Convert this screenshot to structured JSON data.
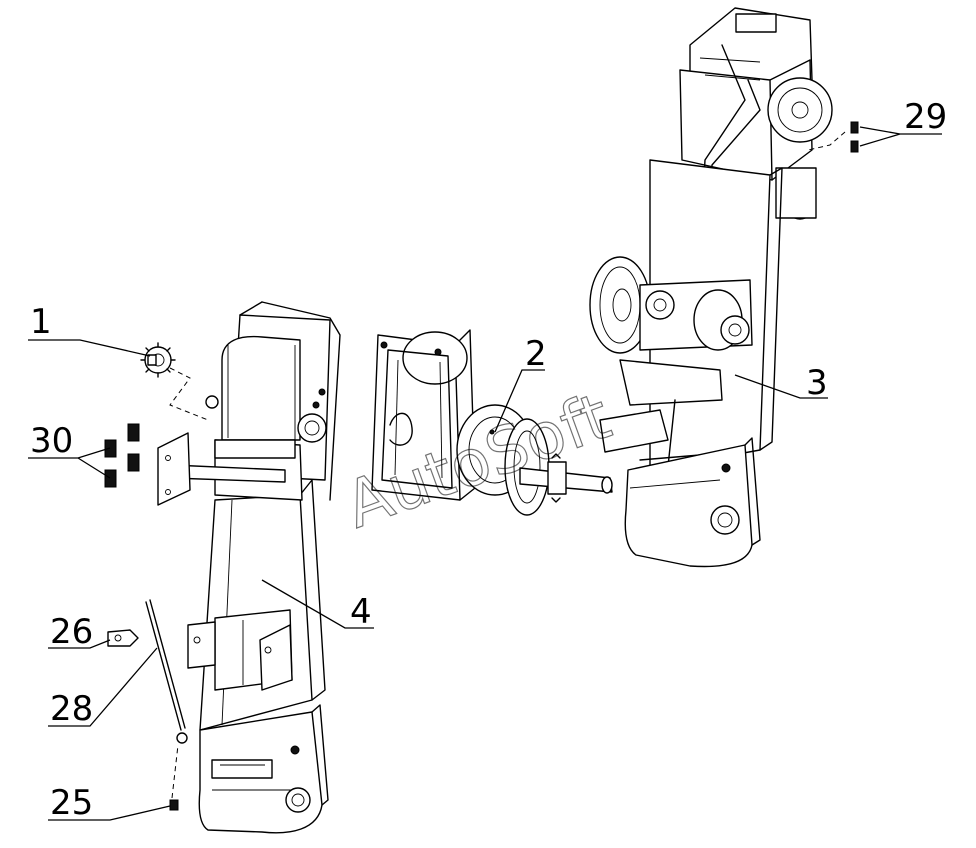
{
  "callouts": {
    "c1": "1",
    "c2": "2",
    "c3": "3",
    "c4": "4",
    "c25": "25",
    "c26": "26",
    "c28": "28",
    "c29": "29",
    "c30": "30"
  },
  "watermark": "AutoSoft",
  "colors": {
    "ink": "#000000",
    "background": "#ffffff"
  }
}
